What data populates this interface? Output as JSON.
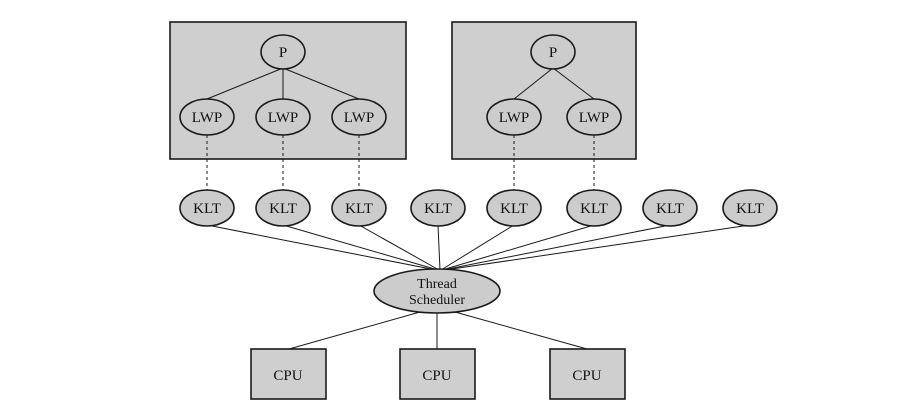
{
  "processes": [
    {
      "label": "P",
      "lwps": [
        "LWP",
        "LWP",
        "LWP"
      ]
    },
    {
      "label": "P",
      "lwps": [
        "LWP",
        "LWP"
      ]
    }
  ],
  "klts": [
    "KLT",
    "KLT",
    "KLT",
    "KLT",
    "KLT",
    "KLT",
    "KLT",
    "KLT"
  ],
  "scheduler": {
    "line1": "Thread",
    "line2": "Scheduler"
  },
  "cpus": [
    "CPU",
    "CPU",
    "CPU"
  ]
}
